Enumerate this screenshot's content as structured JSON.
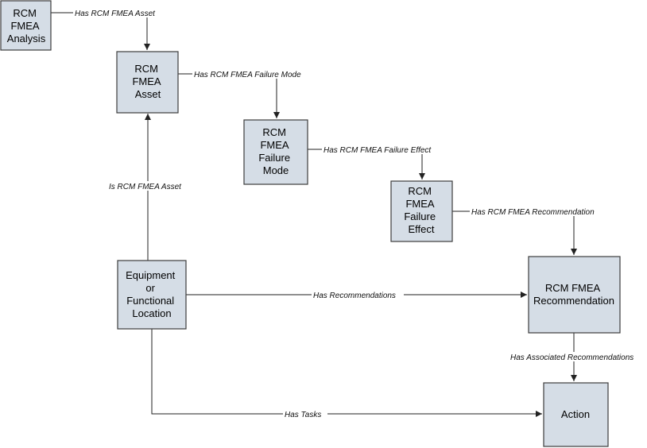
{
  "nodes": {
    "analysis": [
      "RCM",
      "FMEA",
      "Analysis"
    ],
    "asset": [
      "RCM",
      "FMEA",
      "Asset"
    ],
    "failure_mode": [
      "RCM",
      "FMEA",
      "Failure",
      "Mode"
    ],
    "failure_effect": [
      "RCM",
      "FMEA",
      "Failure",
      "Effect"
    ],
    "equipment": [
      "Equipment",
      "or",
      "Functional",
      "Location"
    ],
    "recommendation": [
      "RCM FMEA",
      "Recommendation"
    ],
    "action": [
      "Action"
    ]
  },
  "edges": {
    "has_asset": "Has RCM FMEA Asset",
    "has_failure_mode": "Has RCM FMEA Failure Mode",
    "has_failure_effect": "Has RCM FMEA Failure Effect",
    "has_recommendation": "Has RCM FMEA Recommendation",
    "is_asset": "Is RCM FMEA Asset",
    "has_recommendations": "Has Recommendations",
    "has_associated": "Has Associated Recommendations",
    "has_tasks": "Has Tasks"
  },
  "colors": {
    "box_fill": "#d5dde6",
    "box_stroke": "#3c3c3c",
    "line": "#222222"
  }
}
